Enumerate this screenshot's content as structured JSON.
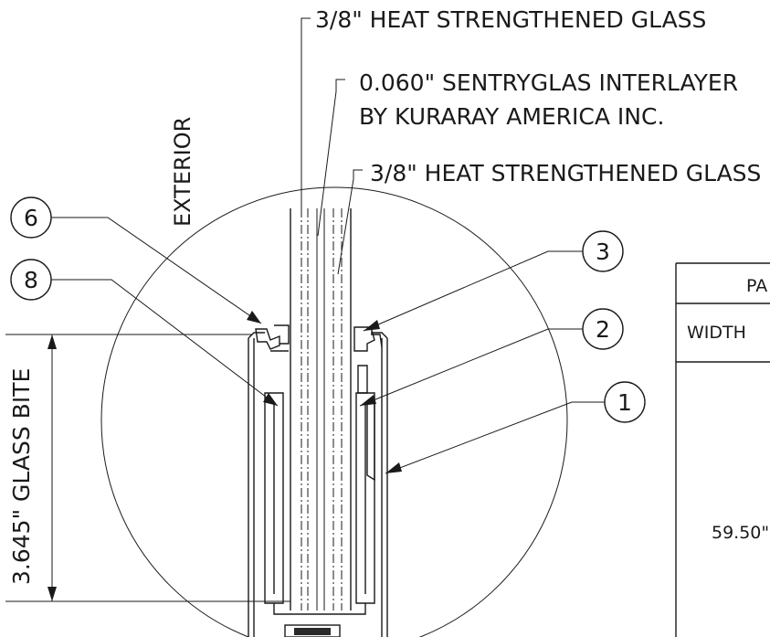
{
  "callouts": {
    "glass_top": "3/8\" HEAT STRENGTHENED GLASS",
    "interlayer_line1": "0.060\" SENTRYGLAS INTERLAYER",
    "interlayer_line2": "BY KURARAY AMERICA INC.",
    "glass_bottom": "3/8\" HEAT STRENGTHENED GLASS"
  },
  "side_label": "EXTERIOR",
  "dimension_label": "3.645\" GLASS BITE",
  "balloons": [
    "6",
    "8",
    "3",
    "2",
    "1"
  ],
  "table": {
    "header": "PA",
    "row1": "WIDTH",
    "value": "59.50\""
  }
}
